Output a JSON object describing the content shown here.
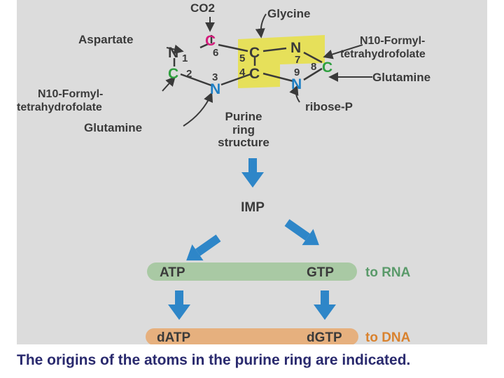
{
  "sources": {
    "co2": "CO2",
    "glycine": "Glycine",
    "aspartate": "Aspartate",
    "formyl_left_1": "N10-Formyl-",
    "formyl_left_2": "tetrahydrofolate",
    "formyl_right_1": "N10-Formyl-",
    "formyl_right_2": "tetrahydrofolate",
    "glutamine_left": "Glutamine",
    "glutamine_right": "Glutamine",
    "ribose": "ribose-P"
  },
  "ring": {
    "title_1": "Purine",
    "title_2": "ring",
    "title_3": "structure",
    "atoms": {
      "c6": "C",
      "n1": "N",
      "c2": "C",
      "n3": "N",
      "c4": "C",
      "c5": "C",
      "n7": "N",
      "c8": "C",
      "n9": "N"
    },
    "numbers": {
      "p1": "1",
      "p2": "2",
      "p3": "3",
      "p4": "4",
      "p5": "5",
      "p6": "6",
      "p7": "7",
      "p8": "8",
      "p9": "9"
    }
  },
  "pathway": {
    "imp": "IMP",
    "atp": "ATP",
    "gtp": "GTP",
    "to_rna": "to RNA",
    "datp": "dATP",
    "dgtp": "dGTP",
    "to_dna": "to DNA"
  },
  "caption": "The origins of the atoms in the purine ring are indicated.",
  "colors": {
    "background": "#dcdcdc",
    "ring_highlight": "#e6e05a",
    "nitrogen_blue": "#1f7fc4",
    "carbon_magenta": "#d41c7c",
    "carbon_green": "#2f9f3f",
    "arrow_blue": "#2e86c8",
    "rna_bar": "#a9c9a4",
    "dna_bar": "#e6b07e",
    "rna_text": "#5a9a6a",
    "dna_text": "#d9822e",
    "caption_text": "#2a2a6e"
  }
}
